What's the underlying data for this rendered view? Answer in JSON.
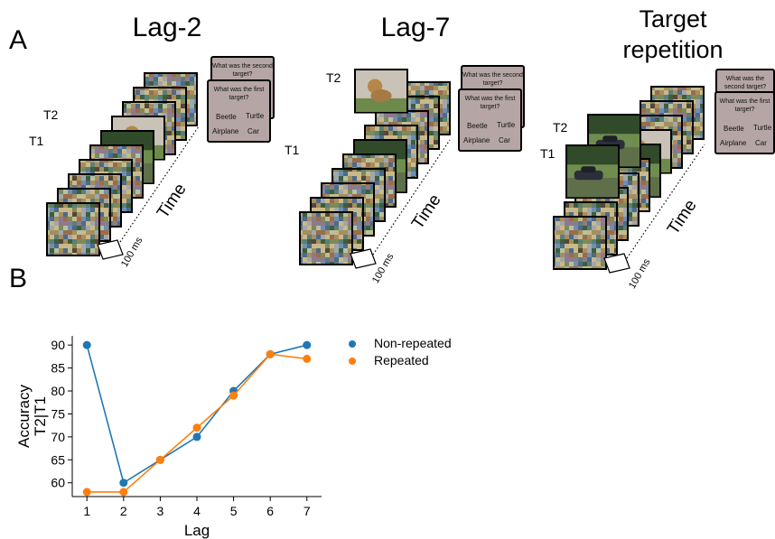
{
  "panel_a_label": "A",
  "panel_b_label": "B",
  "conditions": [
    {
      "title": "Lag-2",
      "t1_label": "T1",
      "t2_label": "T2"
    },
    {
      "title": "Lag-7",
      "t1_label": "T1",
      "t2_label": "T2"
    },
    {
      "title_line1": "Target",
      "title_line2": "repetition",
      "t1_label": "T1",
      "t2_label": "T2"
    }
  ],
  "question_card": {
    "second_question": "What was the second target?",
    "first_question": "What was the first target?",
    "options": [
      "Beetle",
      "Turtle",
      "Airplane",
      "Car"
    ]
  },
  "time_label": "Time",
  "duration_label": "100 ms",
  "colors": {
    "non_repeated": "#1f77b4",
    "repeated": "#ff7f0e",
    "card": "#b5a5a5"
  },
  "chart_data": {
    "type": "line",
    "x": [
      1,
      2,
      3,
      4,
      5,
      6,
      7
    ],
    "xlabel": "Lag",
    "ylabel_line1": "Accuracy",
    "ylabel_line2": "T2|T1",
    "ylim": [
      57,
      92
    ],
    "yticks": [
      60,
      65,
      70,
      75,
      80,
      85,
      90
    ],
    "xticks": [
      1,
      2,
      3,
      4,
      5,
      6,
      7
    ],
    "legend_position": "right",
    "series": [
      {
        "name": "Non-repeated",
        "values": [
          90,
          60,
          65,
          70,
          80,
          88,
          90
        ],
        "color": "#1f77b4"
      },
      {
        "name": "Repeated",
        "values": [
          58,
          58,
          65,
          72,
          79,
          88,
          87
        ],
        "color": "#ff7f0e"
      }
    ]
  }
}
